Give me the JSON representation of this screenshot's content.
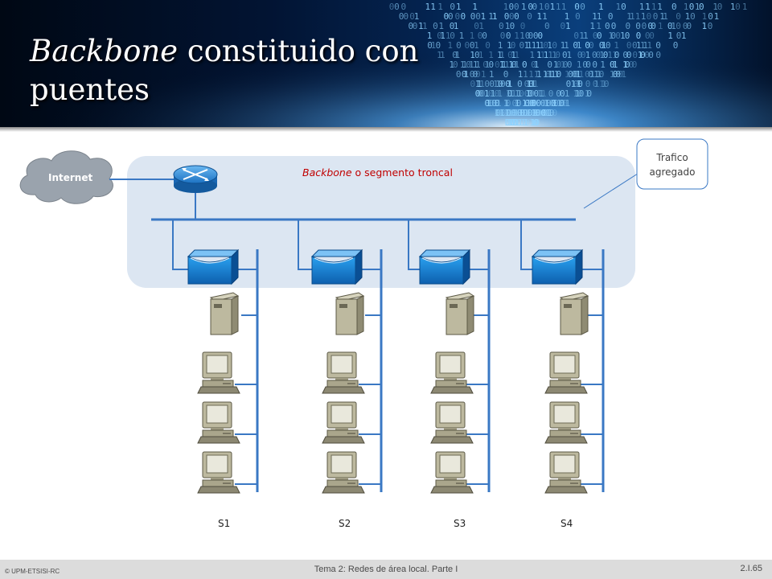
{
  "slide": {
    "title_italic": "Backbone",
    "title_rest": " constituido con puentes",
    "backbone_label_italic": "Backbone",
    "backbone_label_rest": " o segmento troncal",
    "internet_label": "Internet",
    "callout_line1": "Trafico",
    "callout_line2": "agregado",
    "segments": [
      "S1",
      "S2",
      "S3",
      "S4"
    ]
  },
  "footer": {
    "copyright": "© UPM-ETSISI-RC",
    "course": "Tema 2: Redes de área local. Parte I",
    "page": "2.I.65"
  },
  "colors": {
    "line": "#3a78c4",
    "backbone_area": "#dce6f2",
    "bridge": "#1b84d5",
    "device": "#b8b49a",
    "cloud": "#9aa3ad",
    "backbone_text": "#c00000"
  }
}
